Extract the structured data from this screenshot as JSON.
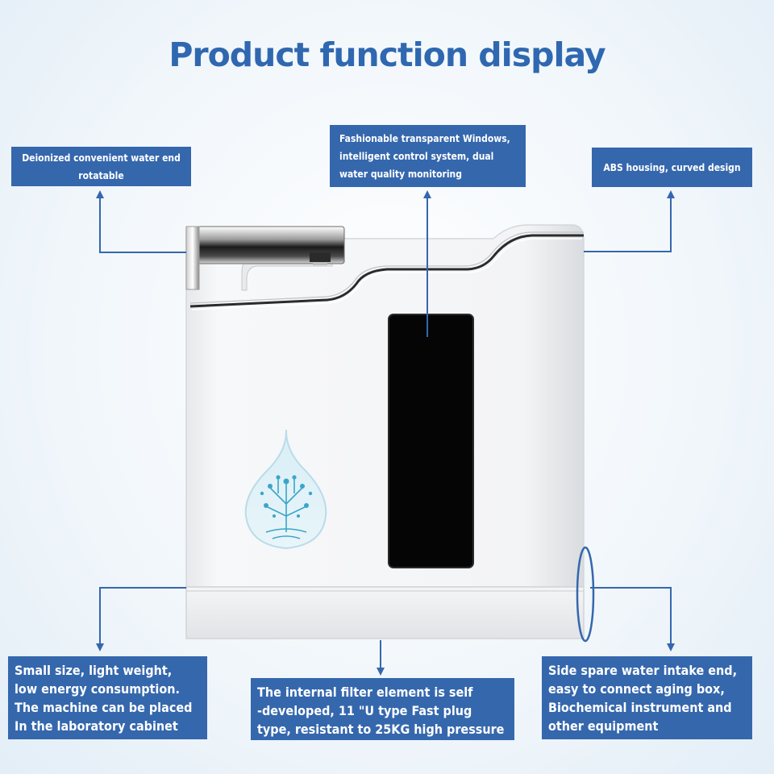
{
  "page": {
    "title": "Product function display"
  },
  "callouts": {
    "top_left": [
      "Deionized convenient water end",
      "rotatable"
    ],
    "top_center": [
      "Fashionable transparent Windows,",
      "intelligent control system, dual",
      "water quality monitoring"
    ],
    "top_right": [
      "ABS housing, curved design"
    ],
    "bottom_left": [
      "Small size, light weight,",
      "low energy consumption.",
      "The machine can be placed",
      "In the laboratory cabinet"
    ],
    "bottom_center": [
      "The internal filter element is self",
      "-developed, 11 \"U type Fast plug",
      "type, resistant to 25KG high pressure"
    ],
    "bottom_right": [
      "Side spare water intake end,",
      "easy to connect aging box,",
      "Biochemical instrument and",
      "other equipment"
    ]
  },
  "colors": {
    "accent": "#3567ad",
    "title": "#2f68b0",
    "housing": "#f1f2f4",
    "window": "#050505"
  },
  "icons": {
    "logo": "water-drop-tree-icon"
  }
}
